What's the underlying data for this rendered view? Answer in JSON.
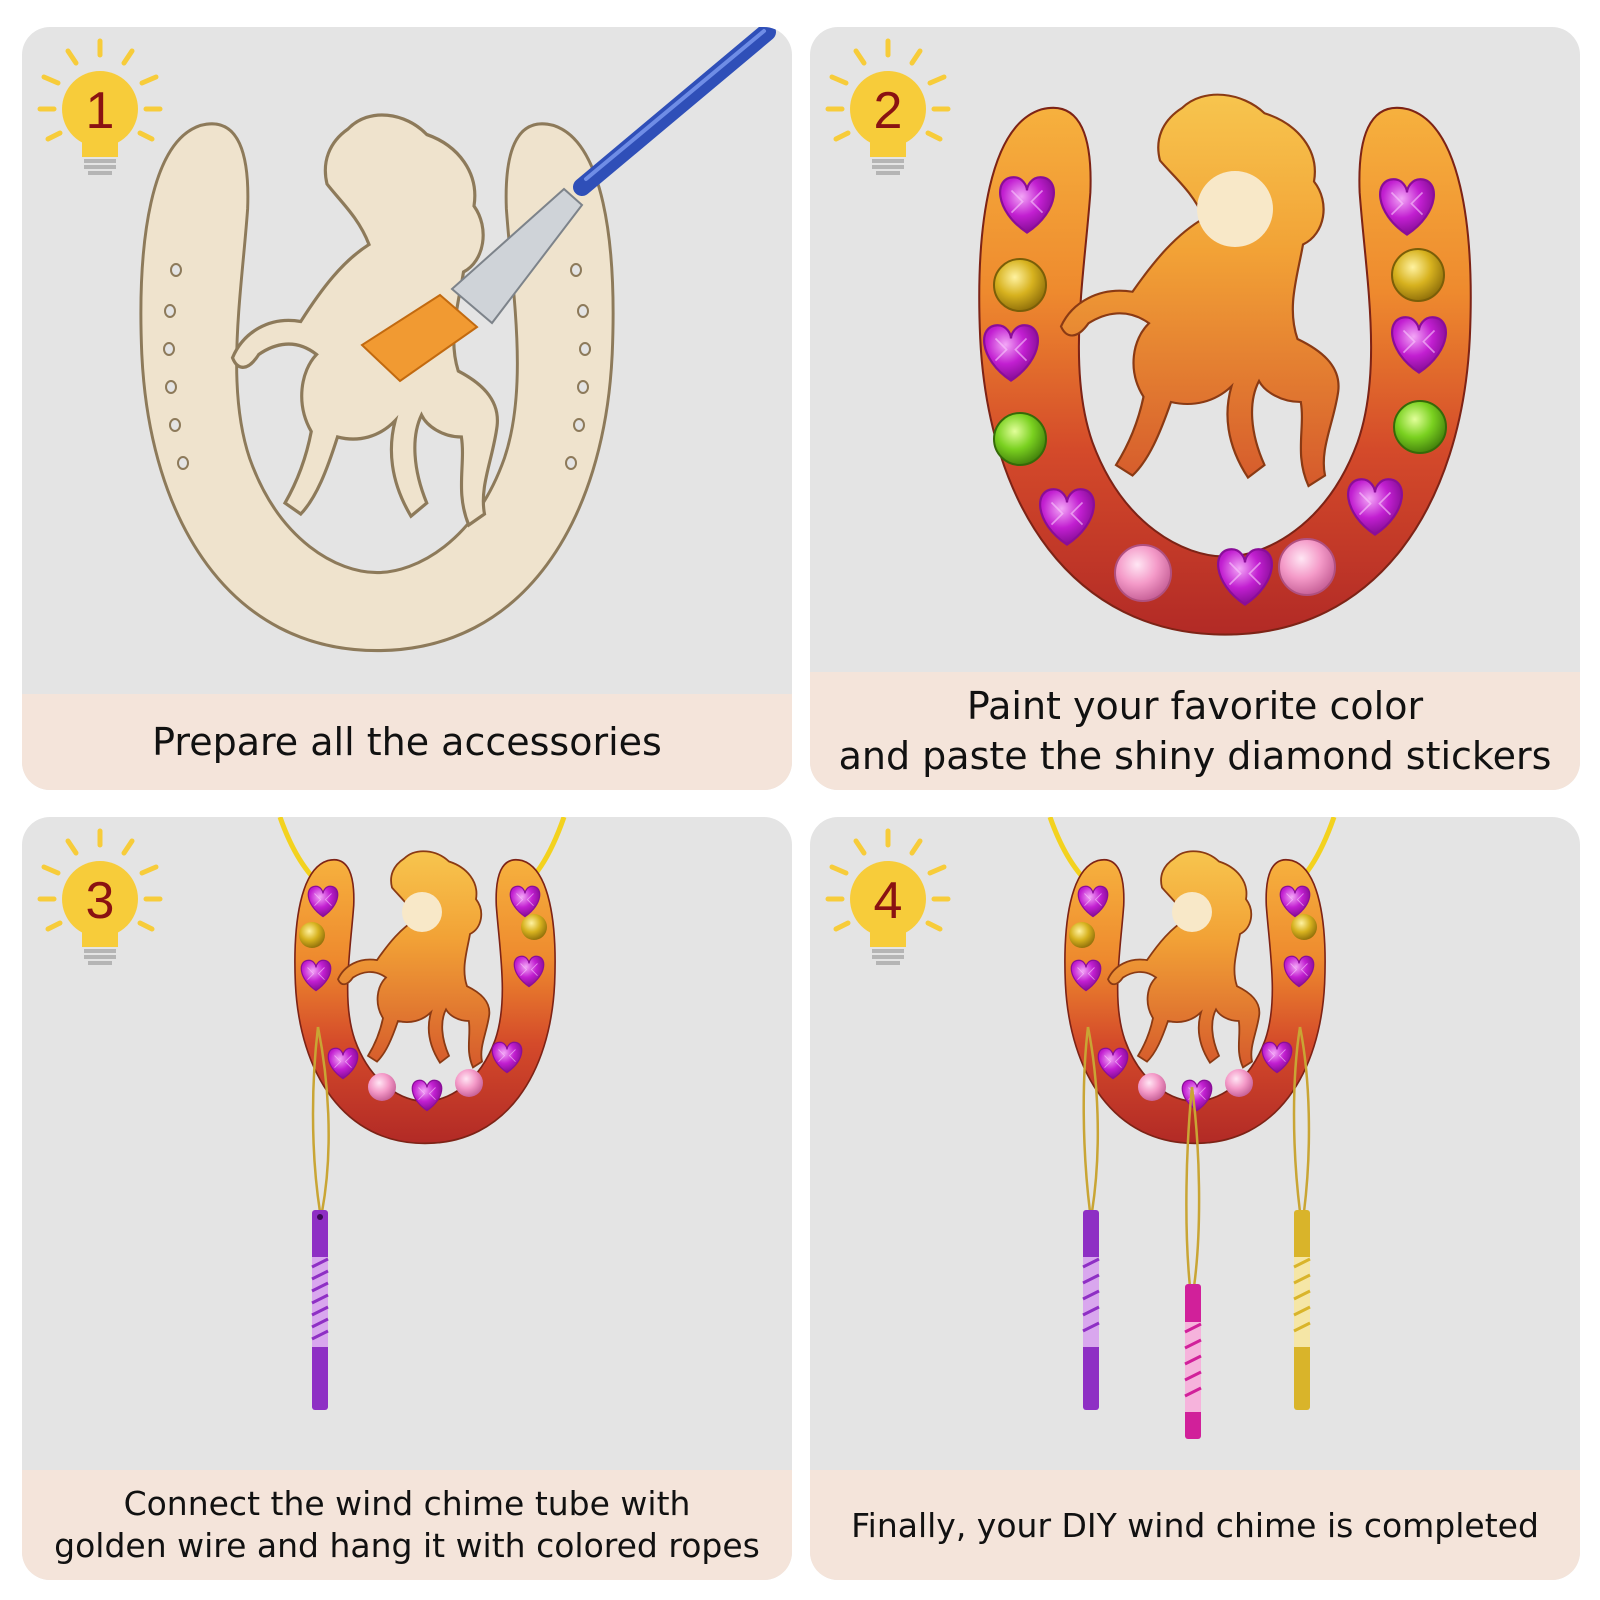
{
  "steps": [
    {
      "number": "1",
      "caption_lines": [
        "Prepare all the accessories"
      ]
    },
    {
      "number": "2",
      "caption_lines": [
        "Paint your favorite color",
        "and paste the shiny diamond stickers"
      ]
    },
    {
      "number": "3",
      "caption_lines": [
        "Connect the wind chime tube with",
        "golden wire and hang it with colored ropes"
      ]
    },
    {
      "number": "4",
      "caption_lines": [
        "Finally, your DIY wind chime is completed"
      ]
    }
  ],
  "colors": {
    "panel_bg": "#e4e4e4",
    "caption_bg": "#f4e4da",
    "bulb_yellow": "#f7cc3a",
    "number_red": "#8a1212",
    "wood": "#efe3cd",
    "paint_red": "#c2392a",
    "paint_orange": "#f09a35",
    "gem_purple": "#c21fd1",
    "tube_purple": "#8e2fc4",
    "tube_pink": "#d1209a",
    "tube_gold": "#d9b42a",
    "rope_yellow": "#f3d21e"
  }
}
